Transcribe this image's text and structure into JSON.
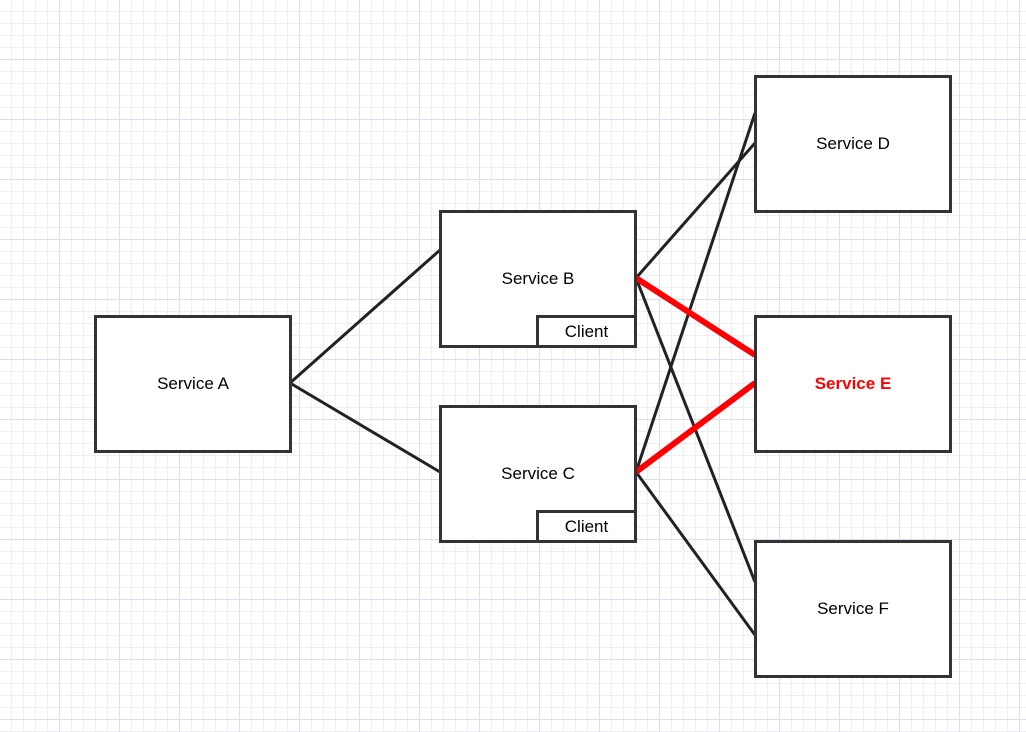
{
  "colors": {
    "edge": "#222222",
    "highlight": "#ff0000",
    "box_border": "#333333"
  },
  "nodes": {
    "service_a": "Service A",
    "service_b": "Service B",
    "service_c": "Service C",
    "service_d": "Service D",
    "service_e": "Service E",
    "service_f": "Service F",
    "client_b": "Client",
    "client_c": "Client"
  },
  "edges": [
    {
      "from": "Service A",
      "to": "Service B",
      "highlighted": false
    },
    {
      "from": "Service A",
      "to": "Service C",
      "highlighted": false
    },
    {
      "from": "Service B",
      "to": "Service D",
      "highlighted": false
    },
    {
      "from": "Service B",
      "to": "Service E",
      "highlighted": true
    },
    {
      "from": "Service B",
      "to": "Service F",
      "highlighted": false
    },
    {
      "from": "Service C",
      "to": "Service D",
      "highlighted": false
    },
    {
      "from": "Service C",
      "to": "Service E",
      "highlighted": true
    },
    {
      "from": "Service C",
      "to": "Service F",
      "highlighted": false
    }
  ]
}
